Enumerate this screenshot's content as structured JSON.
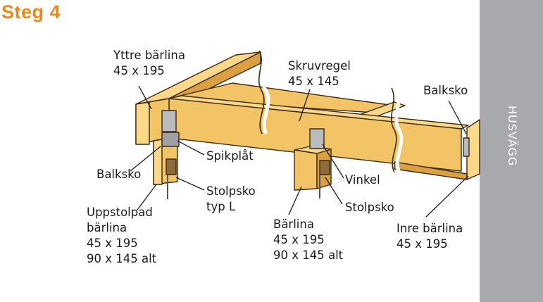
{
  "title": "Steg 4",
  "wall_label": "HUSVÄGG",
  "labels": {
    "yttre": [
      "Yttre bärlina",
      "45 x 195"
    ],
    "skruvregel": [
      "Skruvregel",
      "45 x 145"
    ],
    "balksko_right": [
      "Balksko"
    ],
    "balksko_left": [
      "Balksko"
    ],
    "spikplat": [
      "Spikplåt"
    ],
    "stolpsko_l": [
      "Stolpsko",
      "typ L"
    ],
    "uppstolpad": [
      "Uppstolpad",
      "bärlina",
      "45 x 195",
      "90 x 145 alt"
    ],
    "vinkel": [
      "Vinkel"
    ],
    "stolpsko": [
      "Stolpsko"
    ],
    "barlina": [
      "Bärlina",
      "45 x 195",
      "90 x 145 alt"
    ],
    "inre": [
      "Inre bärlina",
      "45 x 195"
    ]
  },
  "colors": {
    "accent": "#e8891a",
    "wood_light": "#fbd88a",
    "wood_mid": "#f3c465",
    "wood_dark": "#dca044",
    "wall": "#a7a9ac"
  }
}
